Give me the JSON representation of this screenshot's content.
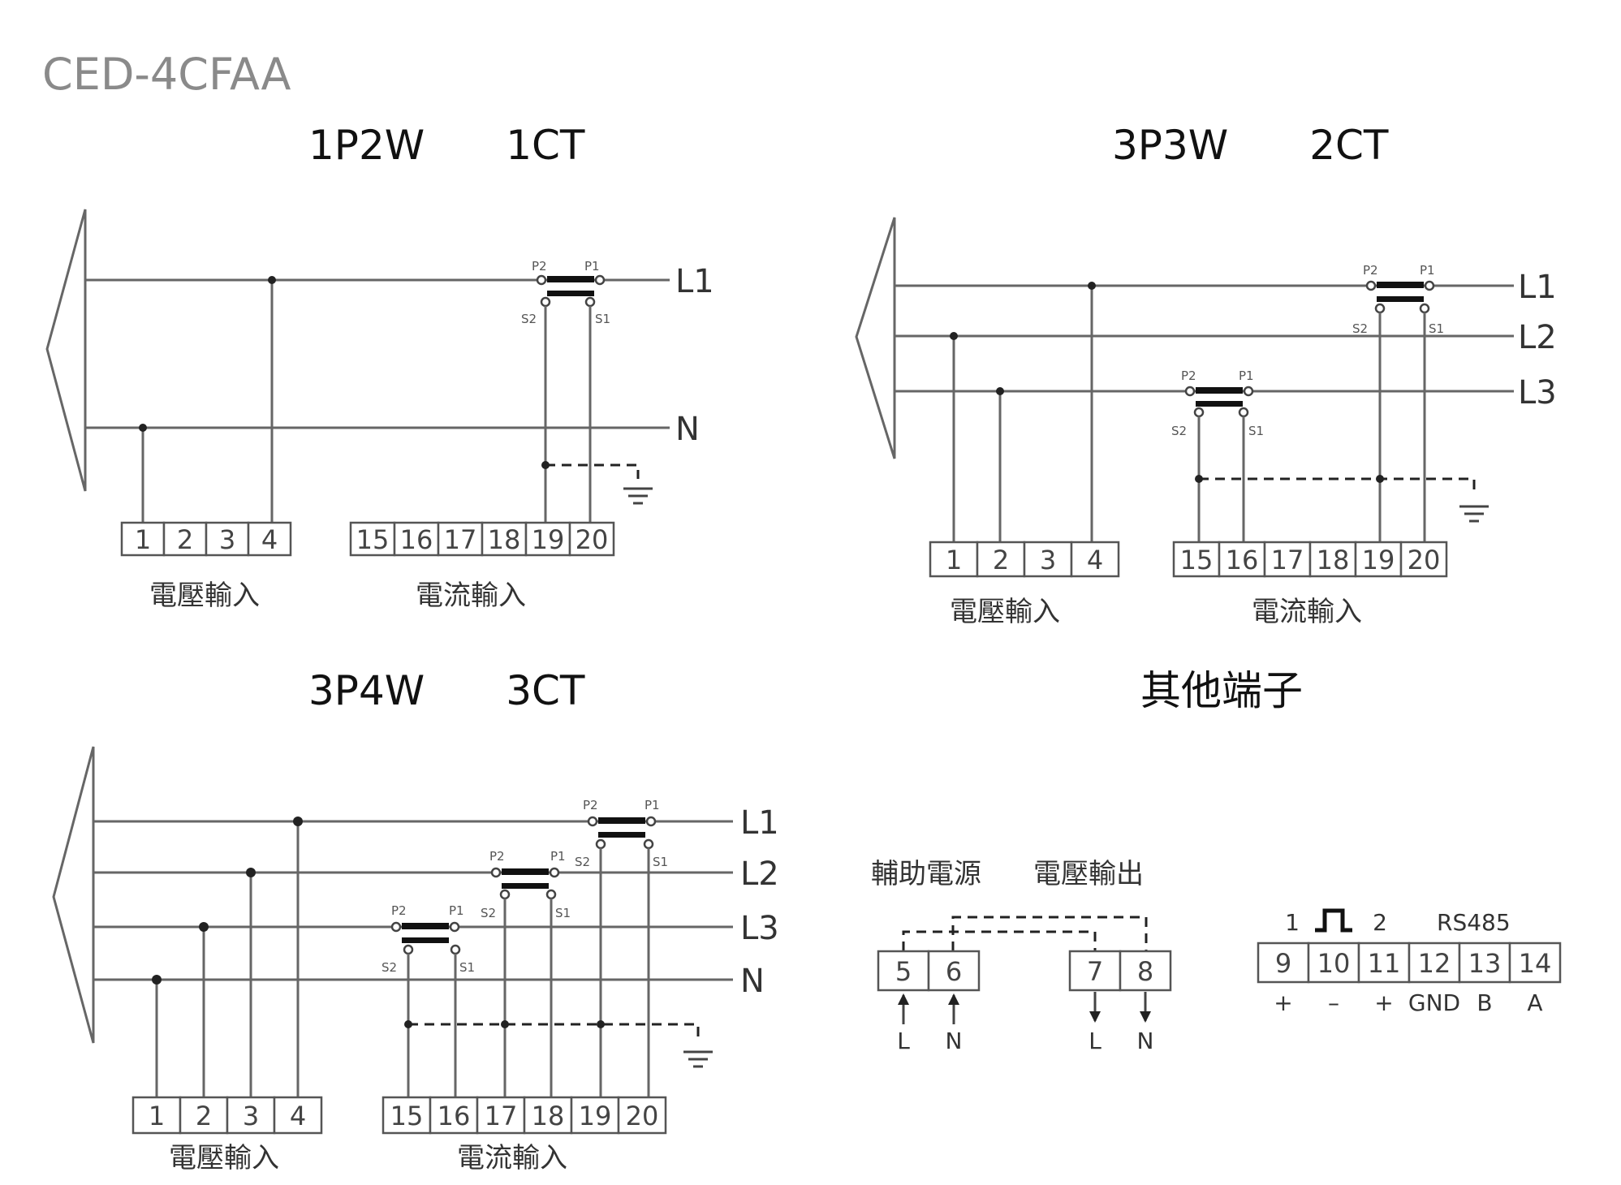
{
  "model": "CED-4CFAA",
  "panels": {
    "p1": {
      "title": "1P2W　　1CT",
      "lines": [
        "L1",
        "N"
      ],
      "voltage_terminals": [
        "1",
        "2",
        "3",
        "4"
      ],
      "current_terminals": [
        "15",
        "16",
        "17",
        "18",
        "19",
        "20"
      ],
      "voltage_caption": "電壓輸入",
      "current_caption": "電流輸入",
      "ct": [
        {
          "p2": "P2",
          "p1": "P1",
          "s2": "S2",
          "s1": "S1"
        }
      ]
    },
    "p2": {
      "title": "3P3W　　2CT",
      "lines": [
        "L1",
        "L2",
        "L3"
      ],
      "voltage_terminals": [
        "1",
        "2",
        "3",
        "4"
      ],
      "current_terminals": [
        "15",
        "16",
        "17",
        "18",
        "19",
        "20"
      ],
      "voltage_caption": "電壓輸入",
      "current_caption": "電流輸入",
      "ct": [
        {
          "p2": "P2",
          "p1": "P1",
          "s2": "S2",
          "s1": "S1"
        },
        {
          "p2": "P2",
          "p1": "P1",
          "s2": "S2",
          "s1": "S1"
        }
      ]
    },
    "p3": {
      "title": "3P4W　　3CT",
      "lines": [
        "L1",
        "L2",
        "L3",
        "N"
      ],
      "voltage_terminals": [
        "1",
        "2",
        "3",
        "4"
      ],
      "current_terminals": [
        "15",
        "16",
        "17",
        "18",
        "19",
        "20"
      ],
      "voltage_caption": "電壓輸入",
      "current_caption": "電流輸入",
      "ct": [
        {
          "p2": "P2",
          "p1": "P1",
          "s2": "S2",
          "s1": "S1"
        },
        {
          "p2": "P2",
          "p1": "P1",
          "s2": "S2",
          "s1": "S1"
        },
        {
          "p2": "P2",
          "p1": "P1",
          "s2": "S2",
          "s1": "S1"
        }
      ]
    },
    "p4": {
      "title": "其他端子",
      "aux_caption": "輔助電源",
      "vout_caption": "電壓輸出",
      "aux_terminals": [
        "5",
        "6"
      ],
      "vout_terminals": [
        "7",
        "8"
      ],
      "aux_labels": [
        "L",
        "N"
      ],
      "vout_labels": [
        "L",
        "N"
      ],
      "pulse_left": "1",
      "pulse_right": "2",
      "rs485": "RS485",
      "io_terminals": [
        "9",
        "10",
        "11",
        "12",
        "13",
        "14"
      ],
      "io_labels": [
        "+",
        "–",
        "+",
        "GND",
        "B",
        "A"
      ]
    }
  }
}
